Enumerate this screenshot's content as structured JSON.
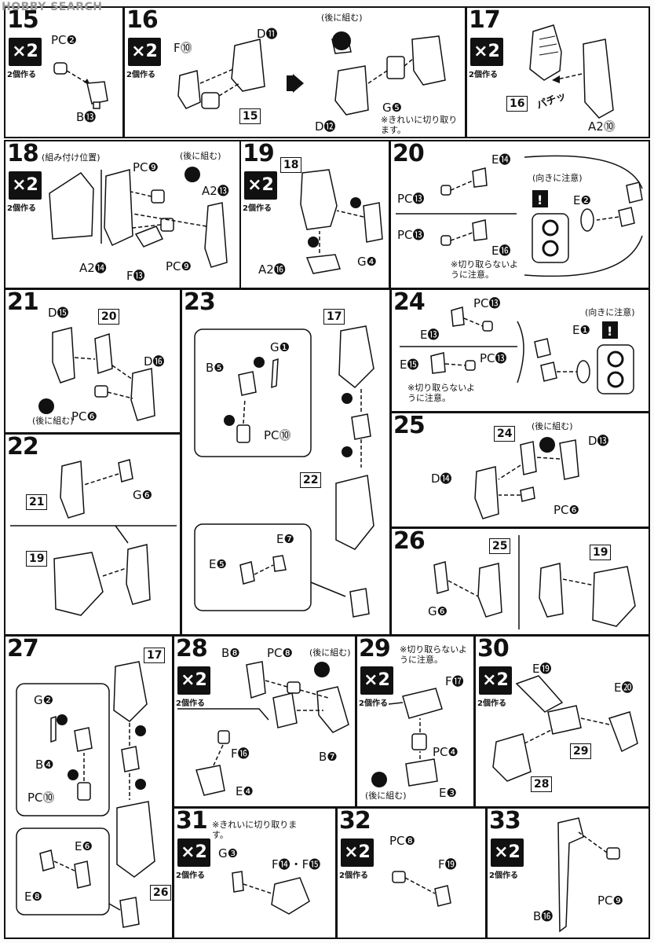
{
  "watermark": "HOBBY SEARCH",
  "multiplier": "×2",
  "make_two": "2個作る",
  "notes": {
    "assemble_later": "(後に組む)",
    "mount_position": "(組み付け位置)",
    "mind_direction": "(向きに注意)",
    "clean_cut": "※きれいに切り取ります。",
    "do_not_cut": "※切り取らないように注意。",
    "snap": "パチッ"
  },
  "steps": [
    {
      "id": "15",
      "labels": [
        "PC❷",
        "B⓭"
      ]
    },
    {
      "id": "16",
      "labels": [
        "F⓾",
        "D⓫",
        "15",
        "G❺",
        "D⓬"
      ]
    },
    {
      "id": "17",
      "labels": [
        "16",
        "A2⓾"
      ]
    },
    {
      "id": "18",
      "labels": [
        "PC❾",
        "A2⓭",
        "A2⓮",
        "F⓭",
        "PC❾"
      ]
    },
    {
      "id": "19",
      "labels": [
        "18",
        "A2⓰",
        "G❹"
      ]
    },
    {
      "id": "20",
      "labels": [
        "E⓮",
        "PC⓭",
        "PC⓭",
        "E⓰",
        "E❷"
      ]
    },
    {
      "id": "21",
      "labels": [
        "D⓯",
        "20",
        "D⓰",
        "PC❻"
      ]
    },
    {
      "id": "22",
      "labels": [
        "21",
        "G❻",
        "19"
      ]
    },
    {
      "id": "23",
      "labels": [
        "17",
        "G❶",
        "B❺",
        "PC⓾",
        "22",
        "E❼",
        "E❺"
      ]
    },
    {
      "id": "24",
      "labels": [
        "PC⓭",
        "E⓭",
        "E⓯",
        "PC⓭",
        "E❶"
      ]
    },
    {
      "id": "25",
      "labels": [
        "24",
        "D⓭",
        "D⓮",
        "PC❻"
      ]
    },
    {
      "id": "26",
      "labels": [
        "25",
        "19",
        "G❻"
      ]
    },
    {
      "id": "27",
      "labels": [
        "17",
        "G❷",
        "B❹",
        "PC⓾",
        "E❻",
        "E❽",
        "26"
      ]
    },
    {
      "id": "28",
      "labels": [
        "B❽",
        "PC❽",
        "F⓰",
        "E❹",
        "B❼"
      ]
    },
    {
      "id": "29",
      "labels": [
        "F⓱",
        "PC❹",
        "E❸"
      ]
    },
    {
      "id": "30",
      "labels": [
        "E⓳",
        "E⓴",
        "29",
        "28"
      ]
    },
    {
      "id": "31",
      "labels": [
        "G❸",
        "F⓮・F⓯"
      ]
    },
    {
      "id": "32",
      "labels": [
        "PC❽",
        "F⓳"
      ]
    },
    {
      "id": "33",
      "labels": [
        "B⓰",
        "PC❾"
      ]
    }
  ]
}
